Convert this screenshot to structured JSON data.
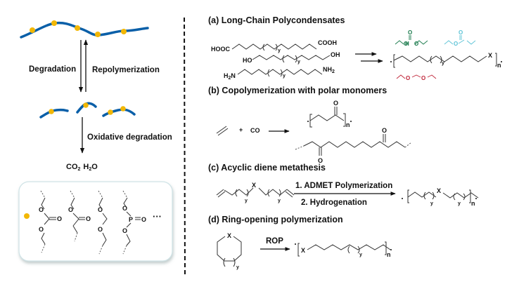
{
  "left_panel": {
    "degradation_label": "Degradation",
    "repolymerization_label": "Repolymerization",
    "oxidative_label": "Oxidative degradation",
    "products": {
      "co2": "CO",
      "co2_sub": "2",
      "h2o_h": "H",
      "h2o_sub": "2",
      "h2o_o": "O"
    },
    "chain_color": "#0a5fa8",
    "break_point_color": "#f2b705",
    "legend_box": {
      "groups": [
        "carbonate",
        "ester",
        "acetal",
        "phosphate"
      ],
      "o_label": "O",
      "p_label": "P",
      "ellipsis": "···"
    }
  },
  "sections": {
    "a": {
      "title": "(a) Long-Chain Polycondensates",
      "monomers": [
        {
          "left": "HOOC",
          "right": "COOH",
          "repeat": "y"
        },
        {
          "left": "HO",
          "right": "OH",
          "repeat": "y"
        },
        {
          "left": "H",
          "left_sub": "2",
          "left_tail": "N",
          "right": "NH",
          "right_sub": "2",
          "repeat": "y"
        }
      ],
      "product": {
        "repeat": "y",
        "linker": "X",
        "n": "n"
      },
      "linker_colors": {
        "carbonate": "#1a7a4c",
        "ester": "#5cc3d6",
        "ether": "#c0263a"
      }
    },
    "b": {
      "title": "(b) Copolymerization with polar monomers",
      "reagent_plus": "+",
      "reagent_co": "CO",
      "product_n": "n",
      "carbonyl_o": "O"
    },
    "c": {
      "title": "(c) Acyclic diene metathesis",
      "step1": "1. ADMET  Polymerization",
      "step2": "2. Hydrogenation",
      "linker": "X",
      "repeat": "y",
      "n": "n"
    },
    "d": {
      "title": "(d) Ring-opening polymerization",
      "arrow_label": "ROP",
      "ring_atom": "X",
      "repeat": "y",
      "n": "n"
    }
  }
}
